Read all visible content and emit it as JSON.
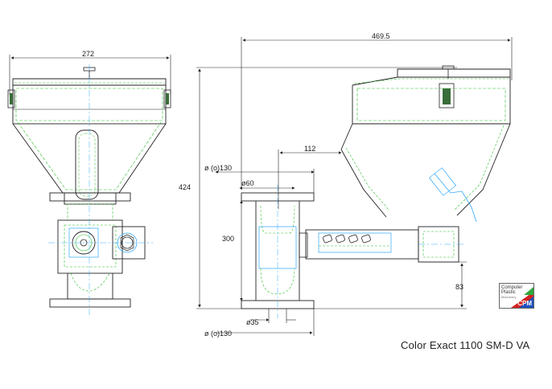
{
  "title": "Color Exact 1100 SM-D VA",
  "dimensions": {
    "front_width": "272",
    "side_width": "469.5",
    "overall_height": "424",
    "feed_offset": "112",
    "top_flange": "ø (o)130",
    "inner_top": "ø60",
    "body_height": "300",
    "outlet_diameter": "ø35",
    "bottom_flange": "ø (o)130",
    "outlet_height": "83"
  },
  "logo": {
    "line1": "Computer",
    "line2": "Plastic",
    "line3": "Machinery",
    "brand": "CPM"
  },
  "colors": {
    "outline": "#1a1a1a",
    "hidden": "#2fbf2f",
    "section": "#2ea8ff"
  }
}
